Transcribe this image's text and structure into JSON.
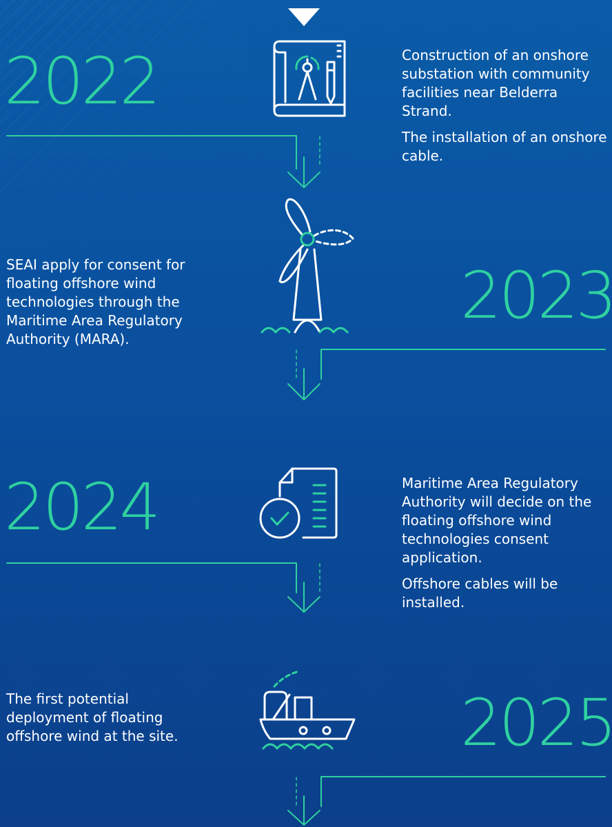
{
  "timeline": [
    {
      "year": "2022",
      "icon": "blueprint-compass-icon",
      "paragraphs": [
        "Construction of an onshore substation with community facilities near Belderra Strand.",
        "The installation of an onshore cable."
      ]
    },
    {
      "year": "2023",
      "icon": "wind-turbine-icon",
      "paragraphs": [
        "SEAI apply for consent for floating offshore wind technologies through the Maritime Area Regulatory Authority (MARA)."
      ]
    },
    {
      "year": "2024",
      "icon": "document-check-icon",
      "paragraphs": [
        "Maritime Area Regulatory Authority will decide on the floating offshore wind technologies consent application.",
        "Offshore cables will be installed."
      ]
    },
    {
      "year": "2025",
      "icon": "floating-vessel-icon",
      "paragraphs": [
        "The first potential deployment of floating offshore wind at the site."
      ]
    }
  ],
  "colors": {
    "accent": "#2fd1a0",
    "background_top": "#0a5ca8",
    "background_bottom": "#0b3f8a",
    "text": "#ffffff"
  }
}
